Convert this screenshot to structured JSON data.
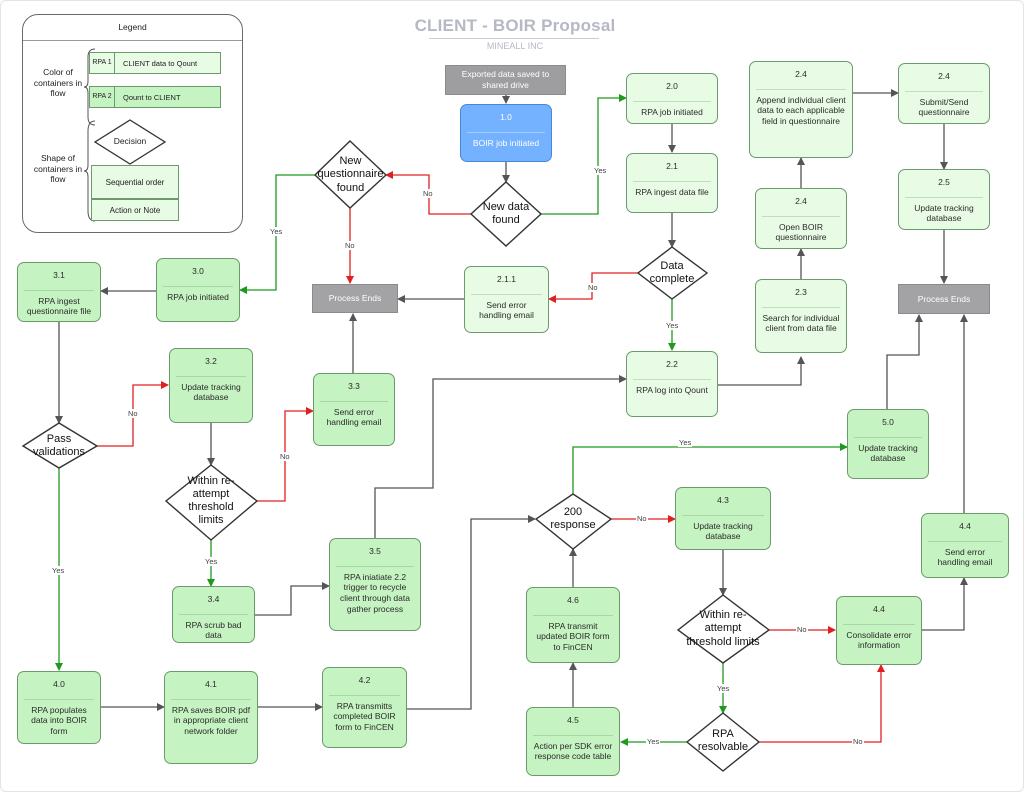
{
  "title": "CLIENT - BOIR Proposal",
  "subtitle": "MINEALL INC",
  "legend": {
    "title": "Legend",
    "color_label": "Color of containers in flow",
    "shape_label": "Shape of containers in flow",
    "rows": [
      {
        "code": "RPA 1",
        "text": "CLIENT data to Qount",
        "color": "#e8fbe4"
      },
      {
        "code": "RPA 2",
        "text": "Qount to CLIENT",
        "color": "#c5f3c1"
      }
    ],
    "decision": "Decision",
    "sequential": "Sequential order",
    "action": "Action or Note"
  },
  "nodes": {
    "exported": {
      "label": "Exported data saved to shared drive"
    },
    "n10": {
      "num": "1.0",
      "label": "BOIR job initiated"
    },
    "new_data": {
      "label": "New data found"
    },
    "new_q": {
      "label": "New questionnaire found"
    },
    "pe1": {
      "label": "Process Ends"
    },
    "pe2": {
      "label": "Process Ends"
    },
    "n30": {
      "num": "3.0",
      "label": "RPA job initiated"
    },
    "n31": {
      "num": "3.1",
      "label": "RPA ingest questionnaire file"
    },
    "n20": {
      "num": "2.0",
      "label": "RPA job initiated"
    },
    "n21": {
      "num": "2.1",
      "label": "RPA ingest data file"
    },
    "data_complete": {
      "label": "Data complete"
    },
    "n211": {
      "num": "2.1.1",
      "label": "Send error handling email"
    },
    "n22": {
      "num": "2.2",
      "label": "RPA log into Qount"
    },
    "n23": {
      "num": "2.3",
      "label": "Search for individual client from data file"
    },
    "n24a": {
      "num": "2.4",
      "label": "Open BOIR questionnaire"
    },
    "n24b": {
      "num": "2.4",
      "label": "Append individual client data to each applicable field in questionnaire"
    },
    "n24c": {
      "num": "2.4",
      "label": "Submit/Send questionnaire"
    },
    "n25": {
      "num": "2.5",
      "label": "Update tracking database"
    },
    "pass_val": {
      "label": "Pass validations"
    },
    "n32": {
      "num": "3.2",
      "label": "Update tracking database"
    },
    "within1": {
      "label": "Within re-attempt threshold limits"
    },
    "n33": {
      "num": "3.3",
      "label": "Send error handling email"
    },
    "n34": {
      "num": "3.4",
      "label": "RPA scrub bad data"
    },
    "n35": {
      "num": "3.5",
      "label": "RPA iniatiate 2.2 trigger to recycle client through data gather process"
    },
    "n40": {
      "num": "4.0",
      "label": "RPA populates data into BOIR form"
    },
    "n41": {
      "num": "4.1",
      "label": "RPA saves BOIR pdf in appropriate client network folder"
    },
    "n42": {
      "num": "4.2",
      "label": "RPA transmitts completed BOIR form to FinCEN"
    },
    "resp200": {
      "label": "200 response"
    },
    "n43": {
      "num": "4.3",
      "label": "Update tracking database"
    },
    "n46": {
      "num": "4.6",
      "label": "RPA transmit updated BOIR form to FinCEN"
    },
    "within2": {
      "label": "Within re-attempt threshold limits"
    },
    "n45": {
      "num": "4.5",
      "label": "Action per SDK error response code table"
    },
    "rpa_res": {
      "label": "RPA resolvable"
    },
    "n44a": {
      "num": "4.4",
      "label": "Consolidate error information"
    },
    "n44b": {
      "num": "4.4",
      "label": "Send error handling email"
    },
    "n50": {
      "num": "5.0",
      "label": "Update tracking database"
    }
  },
  "edge_labels": {
    "yes": "Yes",
    "no": "No"
  },
  "colors": {
    "yes": "#1f9a1f",
    "no": "#e02020",
    "neutral": "#555555"
  }
}
